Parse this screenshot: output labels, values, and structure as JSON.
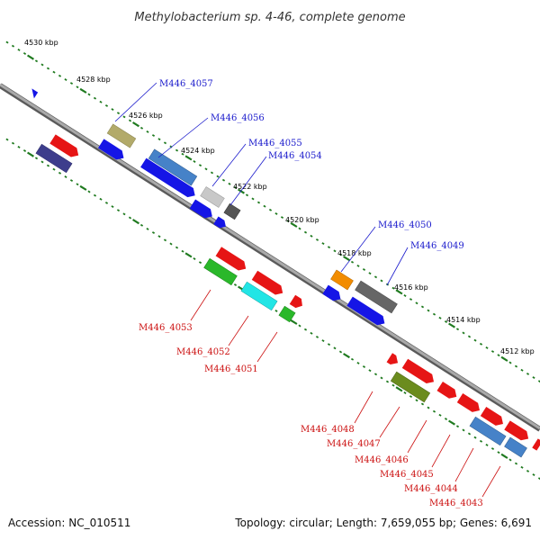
{
  "title": "Methylobacterium sp. 4-46, complete genome",
  "footer": {
    "accession": "Accession: NC_010511",
    "summary": "Topology: circular; Length: 7,659,055 bp; Genes: 6,691"
  },
  "colors": {
    "backbone": "#8c8c8c",
    "tick": "#1f7a1f",
    "label_forward": "#1a1acc",
    "label_reverse": "#cc1111"
  },
  "kbp_labels": [
    "4530 kbp",
    "4528 kbp",
    "4526 kbp",
    "4524 kbp",
    "4522 kbp",
    "4520 kbp",
    "4518 kbp",
    "4516 kbp",
    "4514 kbp",
    "4512 kbp"
  ],
  "gene_labels_forward": [
    "M446_4057",
    "M446_4056",
    "M446_4055",
    "M446_4054",
    "M446_4050",
    "M446_4049"
  ],
  "gene_labels_reverse": [
    "M446_4053",
    "M446_4052",
    "M446_4051",
    "M446_4048",
    "M446_4047",
    "M446_4046",
    "M446_4045",
    "M446_4044",
    "M446_4043"
  ]
}
